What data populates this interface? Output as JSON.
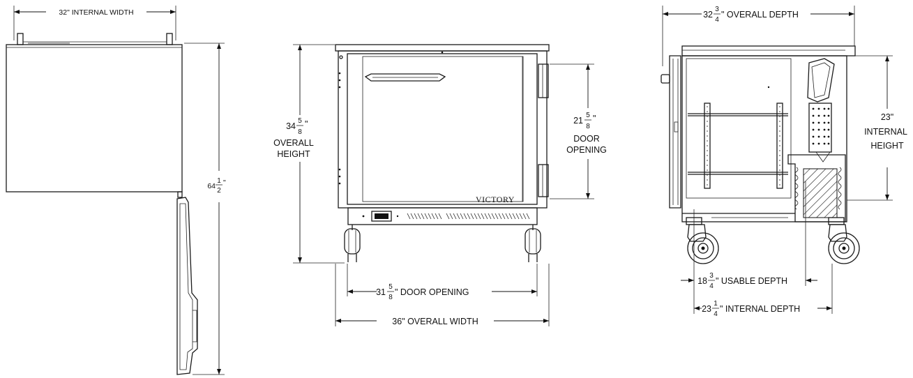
{
  "brand": "VICTORY",
  "top_view": {
    "internal_width": "32\" INTERNAL WIDTH",
    "door_swing": {
      "whole": "64",
      "num": "1",
      "den": "2"
    }
  },
  "front_view": {
    "overall_height": {
      "whole": "34",
      "num": "5",
      "den": "8",
      "line1": "OVERALL",
      "line2": "HEIGHT"
    },
    "door_height": {
      "whole": "21",
      "num": "5",
      "den": "8",
      "line1": "DOOR",
      "line2": "OPENING"
    },
    "door_width": {
      "whole": "31",
      "num": "5",
      "den": "8",
      "suffix": "\" DOOR OPENING"
    },
    "overall_width": "36\" OVERALL WIDTH"
  },
  "side_view": {
    "overall_depth": {
      "whole": "32",
      "num": "3",
      "den": "4",
      "suffix": "\" OVERALL DEPTH"
    },
    "internal_height": {
      "line0": "23\"",
      "line1": "INTERNAL",
      "line2": "HEIGHT"
    },
    "usable_depth": {
      "whole": "18",
      "num": "3",
      "den": "4",
      "suffix": "\" USABLE DEPTH"
    },
    "internal_depth": {
      "whole": "23",
      "num": "1",
      "den": "4",
      "suffix": "\" INTERNAL DEPTH"
    }
  }
}
